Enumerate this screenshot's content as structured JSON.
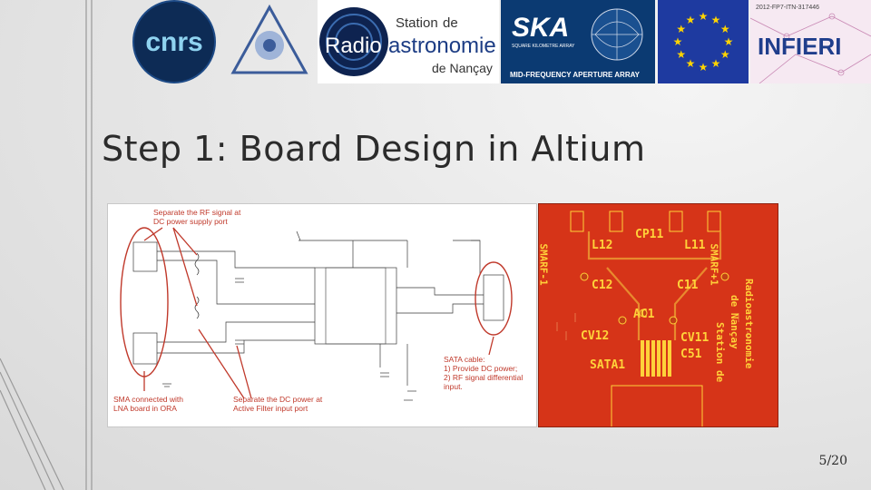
{
  "slide": {
    "title": "Step 1: Board Design in Altium",
    "page_number": "5/20"
  },
  "logos": {
    "cnrs": "cnrs",
    "nancay_line1": "Station",
    "nancay_line1b": "de",
    "nancay_radio": "Radio",
    "nancay_astro": "astronomie",
    "nancay_line3": "de Nançay",
    "ska": "SKA",
    "ska_sub": "SQUARE KILOMETRE ARRAY",
    "ska_footer": "MID-FREQUENCY APERTURE ARRAY",
    "infieri_code": "2012-FP7-ITN-317446",
    "infieri": "INFIERI"
  },
  "schematic": {
    "annotations": {
      "top": "Separate the RF signal at\nDC power supply port",
      "sma": "SMA connected with\nLNA board in ORA",
      "dc_power": "Separate the DC power at\nActive Filter input port",
      "sata": "SATA cable:\n1) Provide DC power;\n2) RF signal differential\ninput."
    }
  },
  "pcb": {
    "labels": {
      "cp11": "CP11",
      "l12": "L12",
      "l11": "L11",
      "smarf1": "SMARF-1",
      "smarf_plus": "SMARF+1",
      "c12": "C12",
      "c11": "C11",
      "ac1": "AC1",
      "cv12": "CV12",
      "cv11": "CV11",
      "c51": "C51",
      "sata1": "SATA1",
      "station": "Station de",
      "radio": "Radioastronomie",
      "nancay": "de Nançay"
    }
  },
  "colors": {
    "annotation": "#c0392b",
    "pcb_board": "#d63418",
    "pcb_silk": "#ffd23a"
  }
}
